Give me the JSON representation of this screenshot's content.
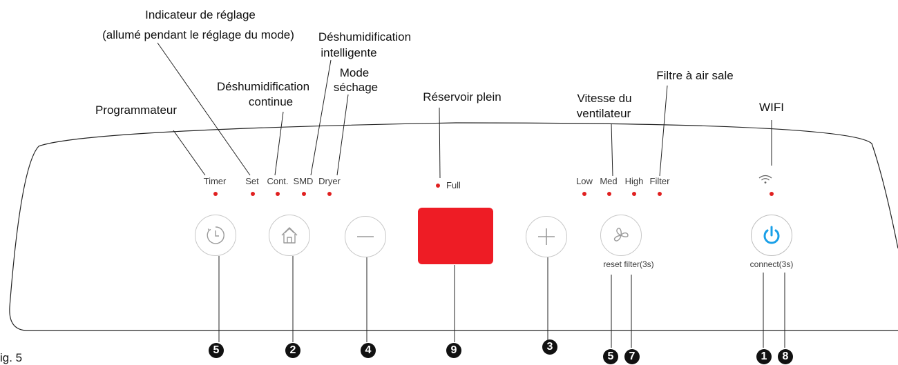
{
  "callouts": {
    "indicateur_line1": "Indicateur de réglage",
    "indicateur_line2": "(allumé pendant le réglage du mode)",
    "deshum_intel_line1": "Déshumidification",
    "deshum_intel_line2": "intelligente",
    "mode_sechage_line1": "Mode",
    "mode_sechage_line2": "séchage",
    "deshum_cont_line1": "Déshumidification",
    "deshum_cont_line2": "continue",
    "programmateur": "Programmateur",
    "reservoir": "Réservoir plein",
    "vitesse_line1": "Vitesse du",
    "vitesse_line2": "ventilateur",
    "filtre": "Filtre à air sale",
    "wifi": "WIFI"
  },
  "panel_labels": {
    "timer": "Timer",
    "set": "Set",
    "cont": "Cont.",
    "smd": "SMD",
    "dryer": "Dryer",
    "full": "Full",
    "low": "Low",
    "med": "Med",
    "high": "High",
    "filter": "Filter",
    "reset_filter": "reset filter(3s)",
    "connect": "connect(3s)"
  },
  "button_numbers": {
    "timer": "5",
    "mode": "2",
    "minus": "4",
    "display": "9",
    "plus": "3",
    "fan_a": "5",
    "fan_b": "7",
    "power_a": "1",
    "power_b": "8"
  },
  "figure_caption": "ig. 5",
  "colors": {
    "led": "#e02020",
    "display": "#ee1c25",
    "power_icon": "#1aa0e8",
    "button_icon": "#9a9a9a"
  },
  "icons": {
    "timer": "clock-icon",
    "mode": "home-icon",
    "minus": "minus-icon",
    "plus": "plus-icon",
    "fan": "fan-icon",
    "power": "power-icon",
    "wifi": "wifi-icon"
  }
}
